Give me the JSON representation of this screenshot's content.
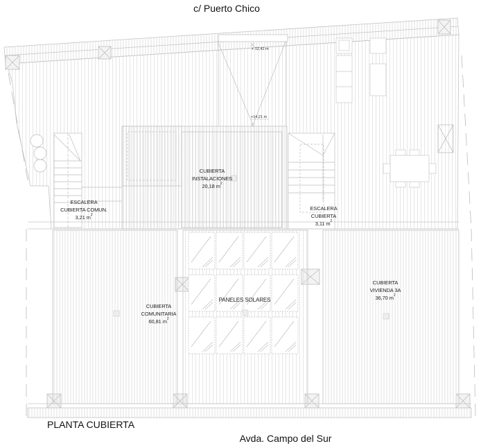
{
  "drawing": {
    "title": "PLANTA CUBIERTA",
    "street_top": "c/ Puerto Chico",
    "street_bottom": "Avda. Campo del Sur"
  },
  "levels": [
    {
      "id": "level-top",
      "text": "+ 12,42 m"
    },
    {
      "id": "level-ridge",
      "text": "+14,21 m"
    }
  ],
  "areas": [
    {
      "id": "cubierta-instalaciones",
      "line1": "CUBIERTA",
      "line2": "INSTALACIONES",
      "area": "20,18 m",
      "unit_sup": "2"
    },
    {
      "id": "escalera-cubierta-comun",
      "line1": "ESCALERA",
      "line2": "CUBIERTA COMUN.",
      "area": "3,21 m",
      "unit_sup": "2"
    },
    {
      "id": "escalera-cubierta",
      "line1": "ESCALERA",
      "line2": "CUBIERTA",
      "area": "3,11 m",
      "unit_sup": "2"
    },
    {
      "id": "cubierta-comunitaria",
      "line1": "CUBIERTA",
      "line2": "COMUNITARIA",
      "area": "60,81 m",
      "unit_sup": "2"
    },
    {
      "id": "cubierta-vivienda-3a",
      "line1": "CUBIERTA",
      "line2": "VIVIENDA 3A",
      "area": "36,70 m",
      "unit_sup": "2"
    }
  ],
  "solar": {
    "label": "PANELES SOLARES",
    "rows": 3,
    "cols": 4
  },
  "colors": {
    "line": "#bdbdbd",
    "hatch": "#d9d9d9",
    "text": "#222222"
  }
}
